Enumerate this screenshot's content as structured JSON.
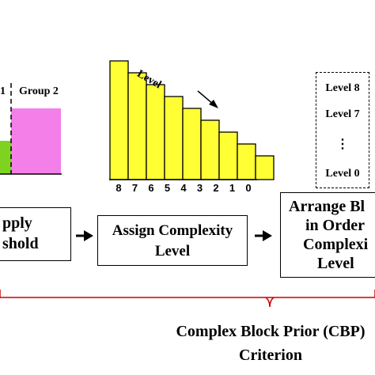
{
  "colors": {
    "green": "#7ed321",
    "pink": "#f47fe8",
    "yellow": "#ffff33",
    "bracket": "#cc0000"
  },
  "panel1": {
    "group1_label": "1",
    "group2_label": "Group 2",
    "box_lines": [
      "pply",
      "shold"
    ]
  },
  "panel2": {
    "level_label": "Level",
    "tick_labels": [
      "8",
      "7",
      "6",
      "5",
      "4",
      "3",
      "2",
      "1",
      "0"
    ],
    "bar_heights": [
      1.0,
      0.9,
      0.8,
      0.7,
      0.6,
      0.5,
      0.4,
      0.3,
      0.2
    ],
    "box_lines": [
      "Assign Complexity",
      "Level"
    ]
  },
  "panel3": {
    "levels": [
      "Level 8",
      "Level 7",
      "⋮",
      "Level 0"
    ],
    "box_lines": [
      "Arrange Bl",
      "in Order",
      "Complexi",
      "Level"
    ]
  },
  "criterion": {
    "line1": "Complex Block Prior (CBP)",
    "line2": "Criterion"
  }
}
